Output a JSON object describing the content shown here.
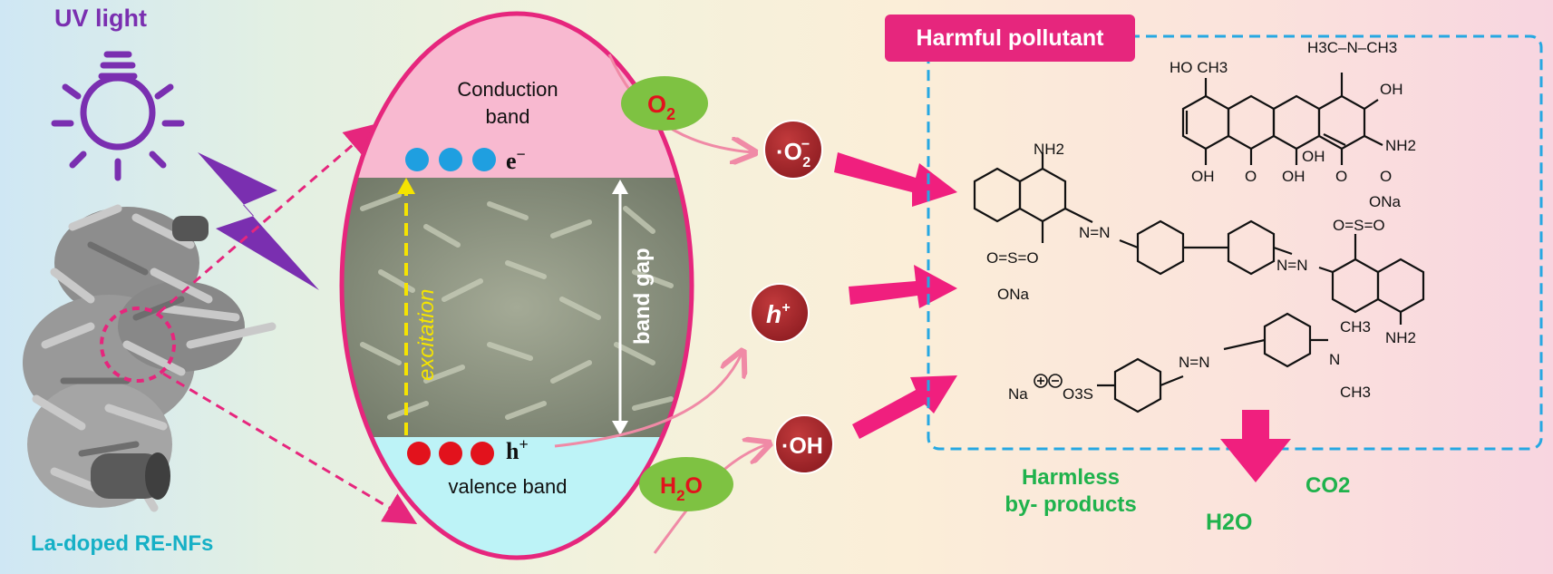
{
  "light": {
    "title": "UV light"
  },
  "material": {
    "label": "La-doped RE-NFs"
  },
  "bands": {
    "conduction": "Conduction band",
    "valence": "valence band",
    "electron": "e",
    "electron_sup": "−",
    "hole": "h",
    "hole_sup": "+",
    "excitation": "excitation",
    "band_gap": "band gap"
  },
  "reactants": {
    "o2": "O",
    "o2_sub": "2",
    "h2o_h": "H",
    "h2o_sub": "2",
    "h2o_o": "O"
  },
  "species": {
    "superoxide": "O",
    "superoxide_sup": "−",
    "superoxide_sub": "2",
    "hole": "h",
    "hole_sup": "+",
    "hydroxyl": "OH"
  },
  "pollutant": {
    "title": "Harmful pollutant",
    "tetracycline": {
      "nme2": "H3C–N–CH3",
      "ho_ch3": "HO  CH3",
      "oh_right": "OH",
      "nh2": "NH2",
      "oh_bottom_left": "OH",
      "o1": "O",
      "oh_mid": "OH",
      "oh_mid2": "OH",
      "o2": "O",
      "o3": "O"
    },
    "congo_red": {
      "nh2_top": "NH2",
      "azo_left": "N=N",
      "azo_right": "N=N",
      "so3na_left_s": "O=S=O",
      "so3na_left_ona": "ONa",
      "so3na_right_ona": "ONa",
      "so3na_right_s": "O=S=O",
      "nh2_bottom": "NH2"
    },
    "methyl_orange": {
      "na": "Na",
      "so3": "O3S",
      "azo": "N=N",
      "nme2_top": "CH3",
      "nme2_n": "N",
      "nme2_bottom": "CH3"
    }
  },
  "products": {
    "byproducts": "Harmless by- products",
    "co2": "CO2",
    "h2o": "H2O"
  },
  "colors": {
    "accent_pink": "#e6267d",
    "purple": "#7a2fb0",
    "cyan_label": "#16b0c6",
    "green": "#1fb24c",
    "electron_blue": "#1f9fe0",
    "hole_red": "#e2121c",
    "radical": "#a8262b"
  },
  "icons": [
    "bulb-icon",
    "lightning-icon"
  ]
}
